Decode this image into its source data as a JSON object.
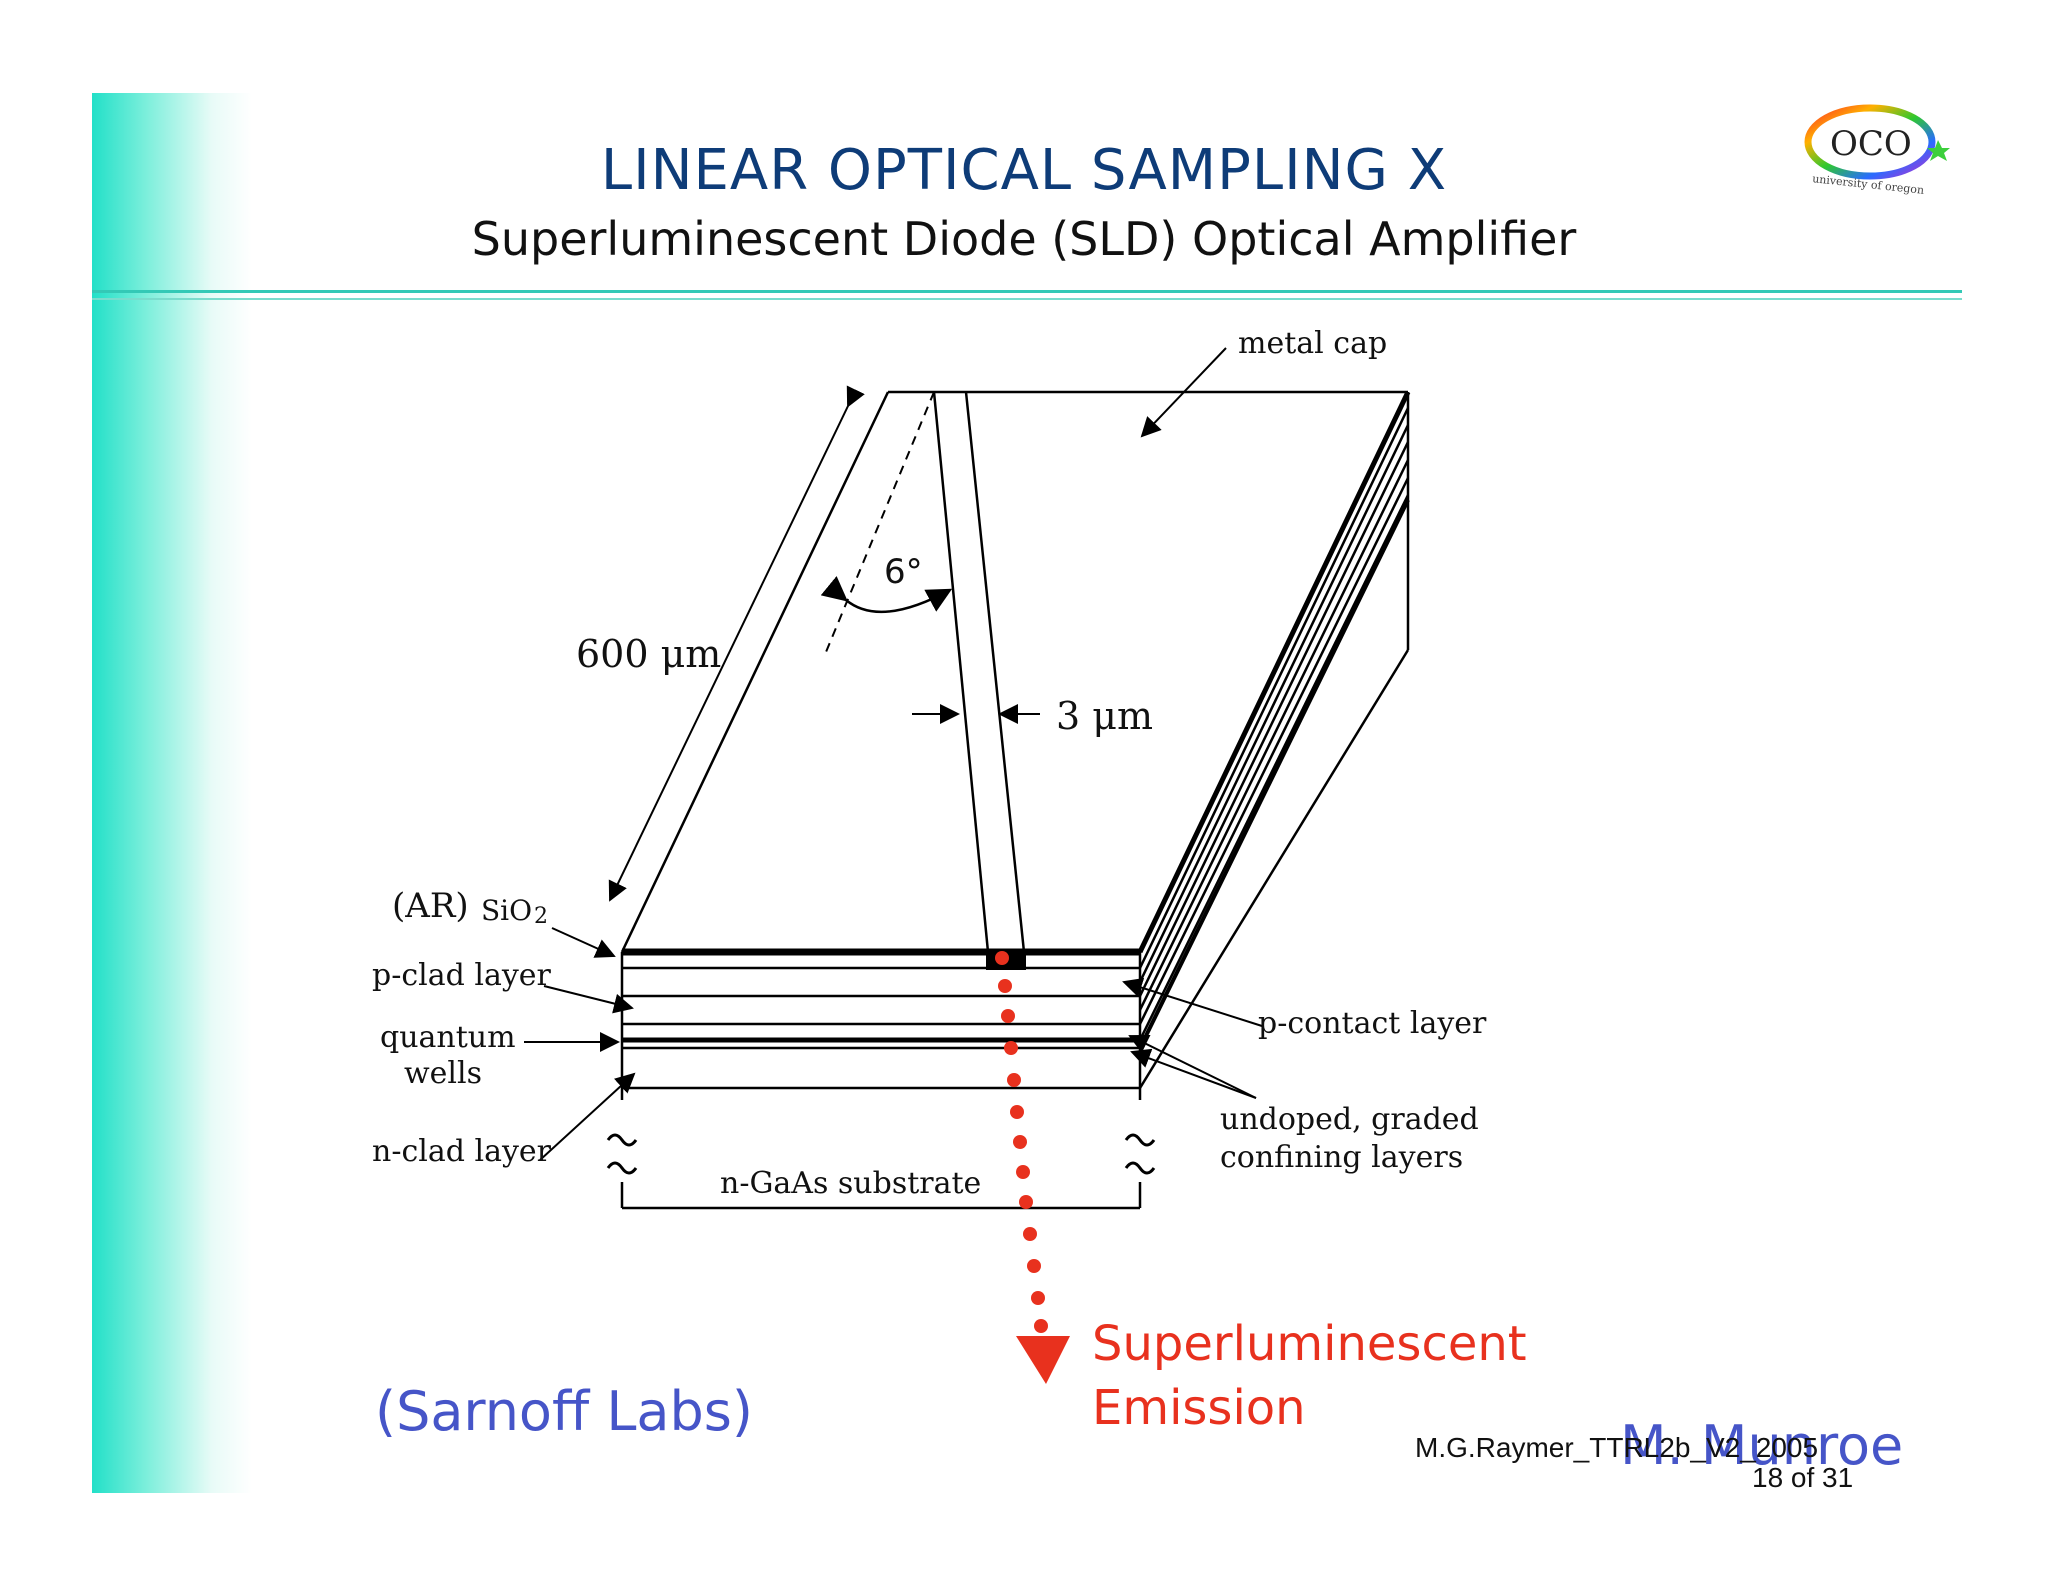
{
  "slide": {
    "title": "LINEAR OPTICAL SAMPLING X",
    "subtitle": "Superluminescent Diode (SLD) Optical Amplifier",
    "logo_text": "OCO",
    "logo_subtext": "university of oregon",
    "credit": "(Sarnoff Labs)",
    "author": "M. Munroe",
    "footer": "M.G.Raymer_TTRL2b_V2_2005",
    "page": "18 of 31"
  },
  "diagram": {
    "labels": {
      "metal_cap": "metal cap",
      "length": "600 μm",
      "angle": "6°",
      "width": "3 μm",
      "ar_coating": "(AR)",
      "sio2": "SiO",
      "sio2_sub": "2",
      "p_clad": "p-clad layer",
      "quantum": "quantum",
      "wells": "wells",
      "n_clad": "n-clad layer",
      "substrate": "n-GaAs substrate",
      "p_contact": "p-contact layer",
      "undoped": "undoped, graded",
      "confining": "confining layers",
      "emission_line1": "Superluminescent",
      "emission_line2": "Emission"
    },
    "colors": {
      "emission": "#e8311e",
      "title": "#0e3c78",
      "accent_blue": "#4655c8"
    }
  }
}
